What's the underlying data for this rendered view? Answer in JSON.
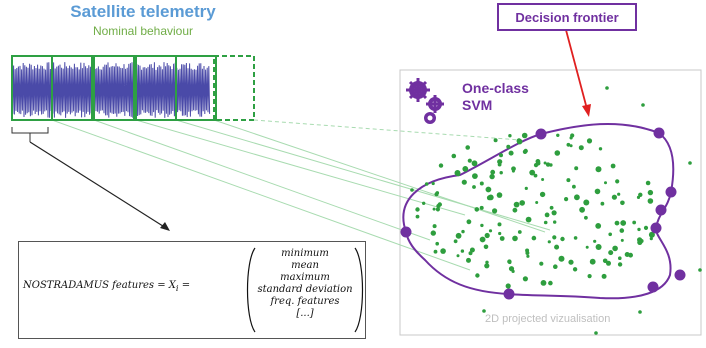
{
  "telemetry": {
    "title": "Satellite telemetry",
    "subtitle": "Nominal behaviour",
    "title_color": "#5b9bd5",
    "subtitle_color": "#70ad47",
    "signal_color": "#4a4aa8",
    "window_color": "#2ea043"
  },
  "frontier": {
    "label": "Decision frontier",
    "color": "#7030a0",
    "arrow_color": "#e02020"
  },
  "svm": {
    "line1": "One-class",
    "line2": "SVM",
    "icon": "gears-icon"
  },
  "projection": {
    "caption": "2D projected vizualisation",
    "point_color": "#2e9e3e"
  },
  "formula": {
    "lhs": "NOSTRADAMUS features = X",
    "subscript": "i",
    "equals": " =",
    "vector": [
      "minimum",
      "mean",
      "maximum",
      "standard deviation",
      "freq. features",
      "[...]"
    ]
  }
}
